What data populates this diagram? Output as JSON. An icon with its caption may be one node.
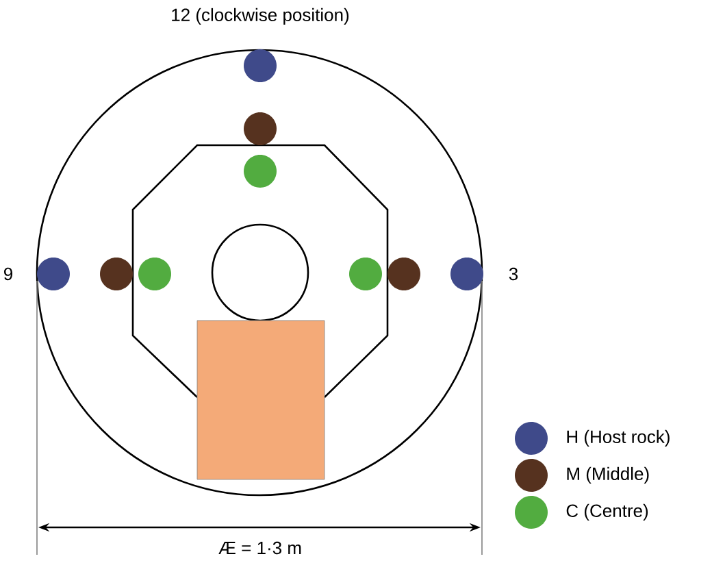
{
  "diagram": {
    "labels": [
      "12 (clockwise position)",
      "9",
      "3",
      "Æ = 1·3 m"
    ],
    "legend": [
      {
        "text": "H (Host rock)",
        "color": "#3f4a8a"
      },
      {
        "text": "M (Middle)",
        "color": "#56321f"
      },
      {
        "text": "C (Centre)",
        "color": "#52ac40"
      }
    ]
  }
}
